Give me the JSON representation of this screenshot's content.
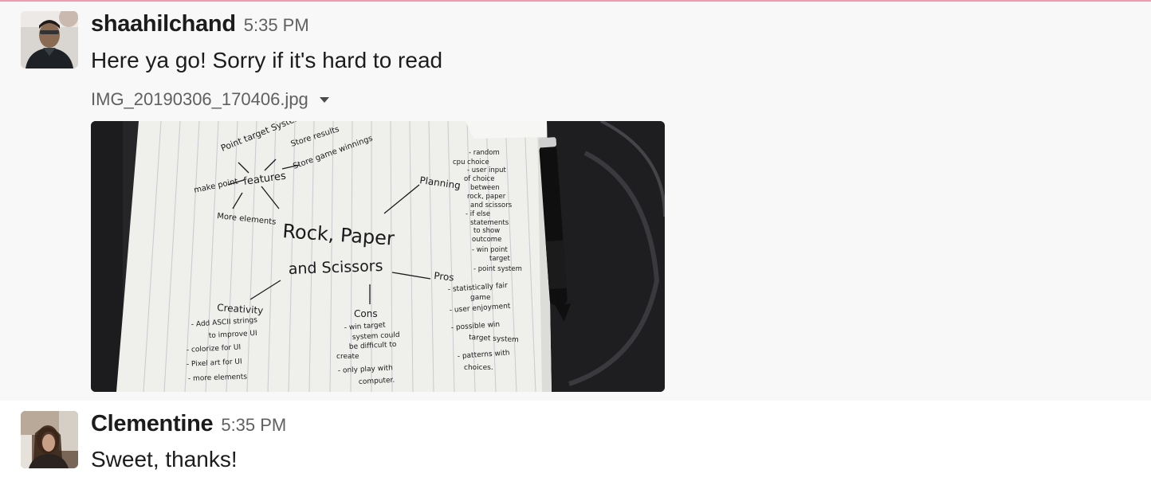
{
  "messages": [
    {
      "sender": "shaahilchand",
      "timestamp": "5:35 PM",
      "text": "Here ya go! Sorry if it's hard to read",
      "attachment": {
        "filename": "IMG_20190306_170406.jpg",
        "menu_icon": "chevron-down-icon"
      }
    },
    {
      "sender": "Clementine",
      "timestamp": "5:35 PM",
      "text": "Sweet, thanks!"
    }
  ],
  "image_notes": {
    "center": [
      "Rock, Paper",
      "and Scissors"
    ],
    "features": {
      "title": "features",
      "items": [
        "Point target System",
        "Store results",
        "Store game winnings",
        "make point",
        "More elements"
      ]
    },
    "planning": {
      "title": "Planning",
      "items": [
        "- random",
        "cpu choice",
        "- user input",
        "of choice",
        "between",
        "rock, paper",
        "and scissors",
        "- if else",
        "statements",
        "to show",
        "outcome",
        "- win point",
        "target",
        "- point system"
      ]
    },
    "pros": {
      "title": "Pros",
      "items": [
        "- statistically fair",
        "game",
        "- user enjoyment",
        "- possible win",
        "target system",
        "- patterns with",
        "choices."
      ]
    },
    "creativity": {
      "title": "Creativity",
      "items": [
        "- Add ASCII strings",
        "to improve UI",
        "- colorize for UI",
        "- Pixel art for UI",
        "- more elements"
      ]
    },
    "cons": {
      "title": "Cons",
      "items": [
        "- win target",
        "system could",
        "be difficult to",
        "create",
        "- only play with",
        "computer."
      ]
    }
  },
  "colors": {
    "accent_line": "#f09bb0",
    "highlight_bg": "#f8f8f8",
    "text_primary": "#1d1c1d",
    "text_secondary": "#616061"
  }
}
